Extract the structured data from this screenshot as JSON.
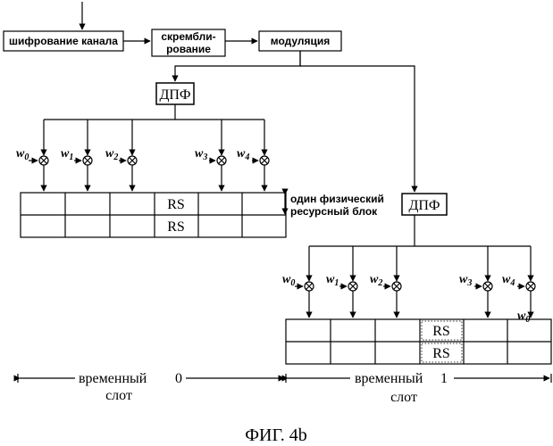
{
  "blocks": {
    "channel_coding": "шифрование канала",
    "scrambling_line1": "скрембли-",
    "scrambling_line2": "рование",
    "modulation": "модуляция",
    "dft1": "ДПФ",
    "dft2": "ДПФ"
  },
  "weights_top": [
    "0",
    "1",
    "2",
    "3",
    "4"
  ],
  "weights_bottom": [
    "0",
    "1",
    "2",
    "3",
    "4",
    "0"
  ],
  "rs_label": "RS",
  "prb_label_line1": "один физический",
  "prb_label_line2": "ресурсный блок",
  "slot0_line1": "временный",
  "slot0_num": "0",
  "slot0_line2": "слот",
  "slot1_line1": "временный",
  "slot1_num": "1",
  "slot1_line2": "слот",
  "caption": "ФИГ. 4b"
}
